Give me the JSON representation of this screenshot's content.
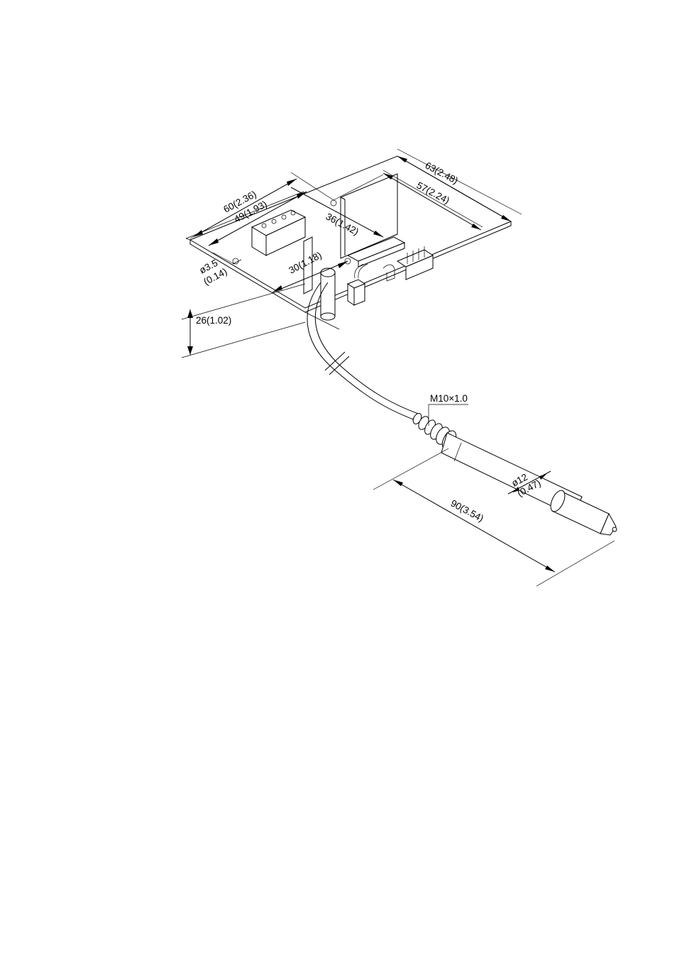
{
  "dimensions": {
    "width_outer": "60(2.36)",
    "width_inner": "49(1.93)",
    "depth_outer": "63(2.48)",
    "depth_inner": "57(2.24)",
    "hole_pitch": "36(1.42)",
    "inner_offset": "30(1.18)",
    "hole_diameter_mm": "ø3.5",
    "hole_diameter_in": "(0.14)",
    "height": "26(1.02)",
    "thread": "M10×1.0",
    "probe_diameter_mm": "ø12",
    "probe_diameter_in": "(0.47)",
    "probe_length": "90(3.54)"
  }
}
